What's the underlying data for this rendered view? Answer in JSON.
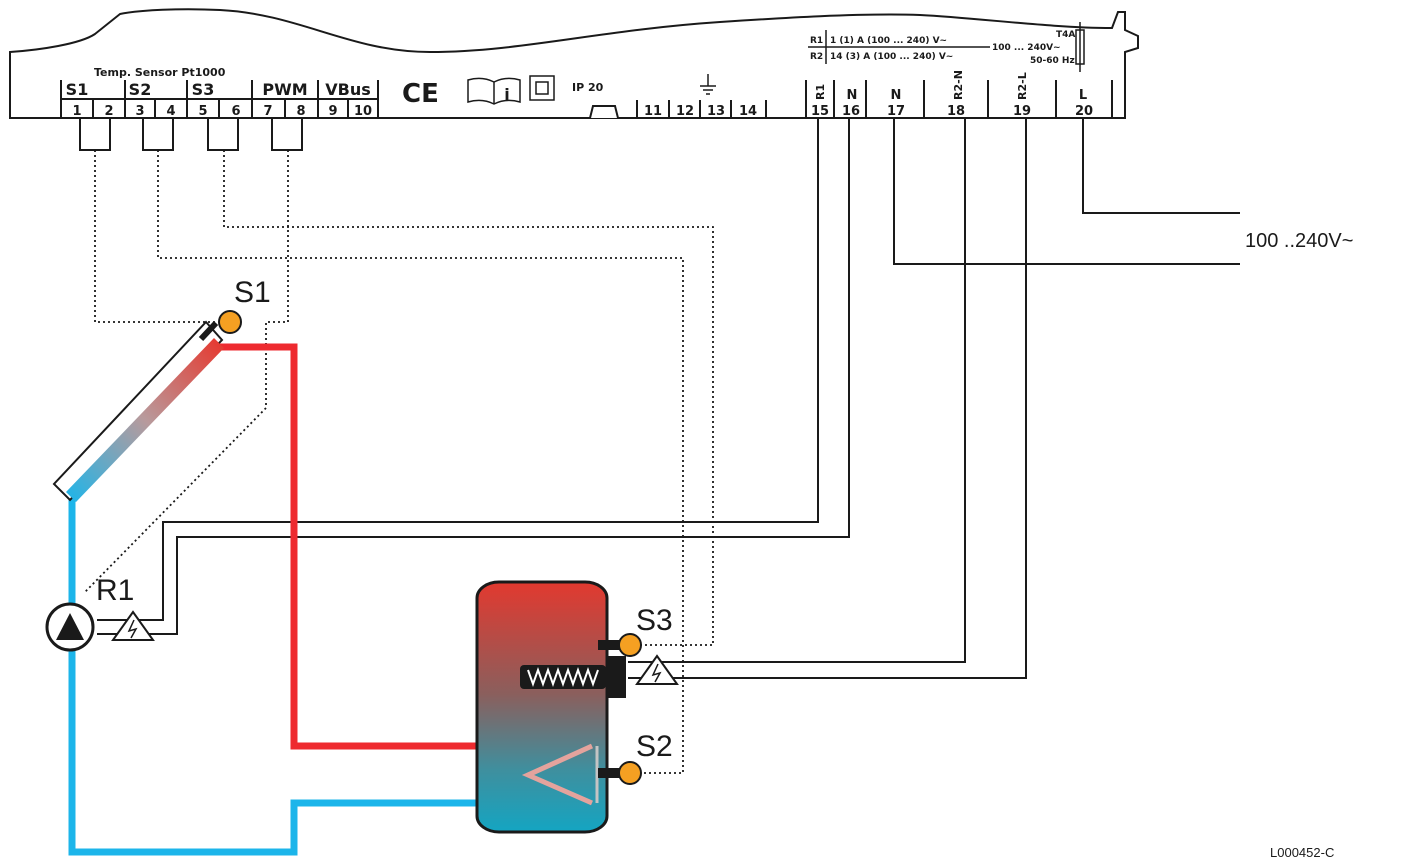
{
  "header": {
    "sensor_title": "Temp. Sensor Pt1000",
    "groups": [
      "S1",
      "S2",
      "S3",
      "PWM",
      "VBus"
    ],
    "left_terminals": [
      "1",
      "2",
      "3",
      "4",
      "5",
      "6",
      "7",
      "8",
      "9",
      "10"
    ],
    "ce_mark": "CE",
    "info_symbol": "i",
    "ip_rating": "IP 20",
    "mid_terminals": [
      "11",
      "12",
      "13",
      "14"
    ],
    "right_labels": [
      "R1",
      "N",
      "N",
      "R2-N",
      "R2-L",
      "L"
    ],
    "right_terminals": [
      "15",
      "16",
      "17",
      "18",
      "19",
      "20"
    ],
    "relay_r1_label": "R1",
    "relay_r1_spec": "1 (1) A (100 ... 240) V~",
    "relay_r2_label": "R2",
    "relay_r2_spec": "14 (3) A (100 ... 240) V~",
    "fuse_label": "T4A",
    "supply_spec": "100 ... 240V~",
    "frequency": "50-60 Hz"
  },
  "diagram": {
    "supply_label": "100 ..240V~",
    "collector_sensor": "S1",
    "pump_label": "R1",
    "tank_top_sensor": "S3",
    "tank_bottom_sensor": "S2",
    "doc_code": "L000452-C"
  },
  "colors": {
    "hot_line": "#ee2a2f",
    "cold_line": "#1cb5ea",
    "sensor": "#f5a022",
    "tank_top": "#e2392f",
    "tank_bottom": "#1aa6c4",
    "wire": "#1a1a1a"
  }
}
